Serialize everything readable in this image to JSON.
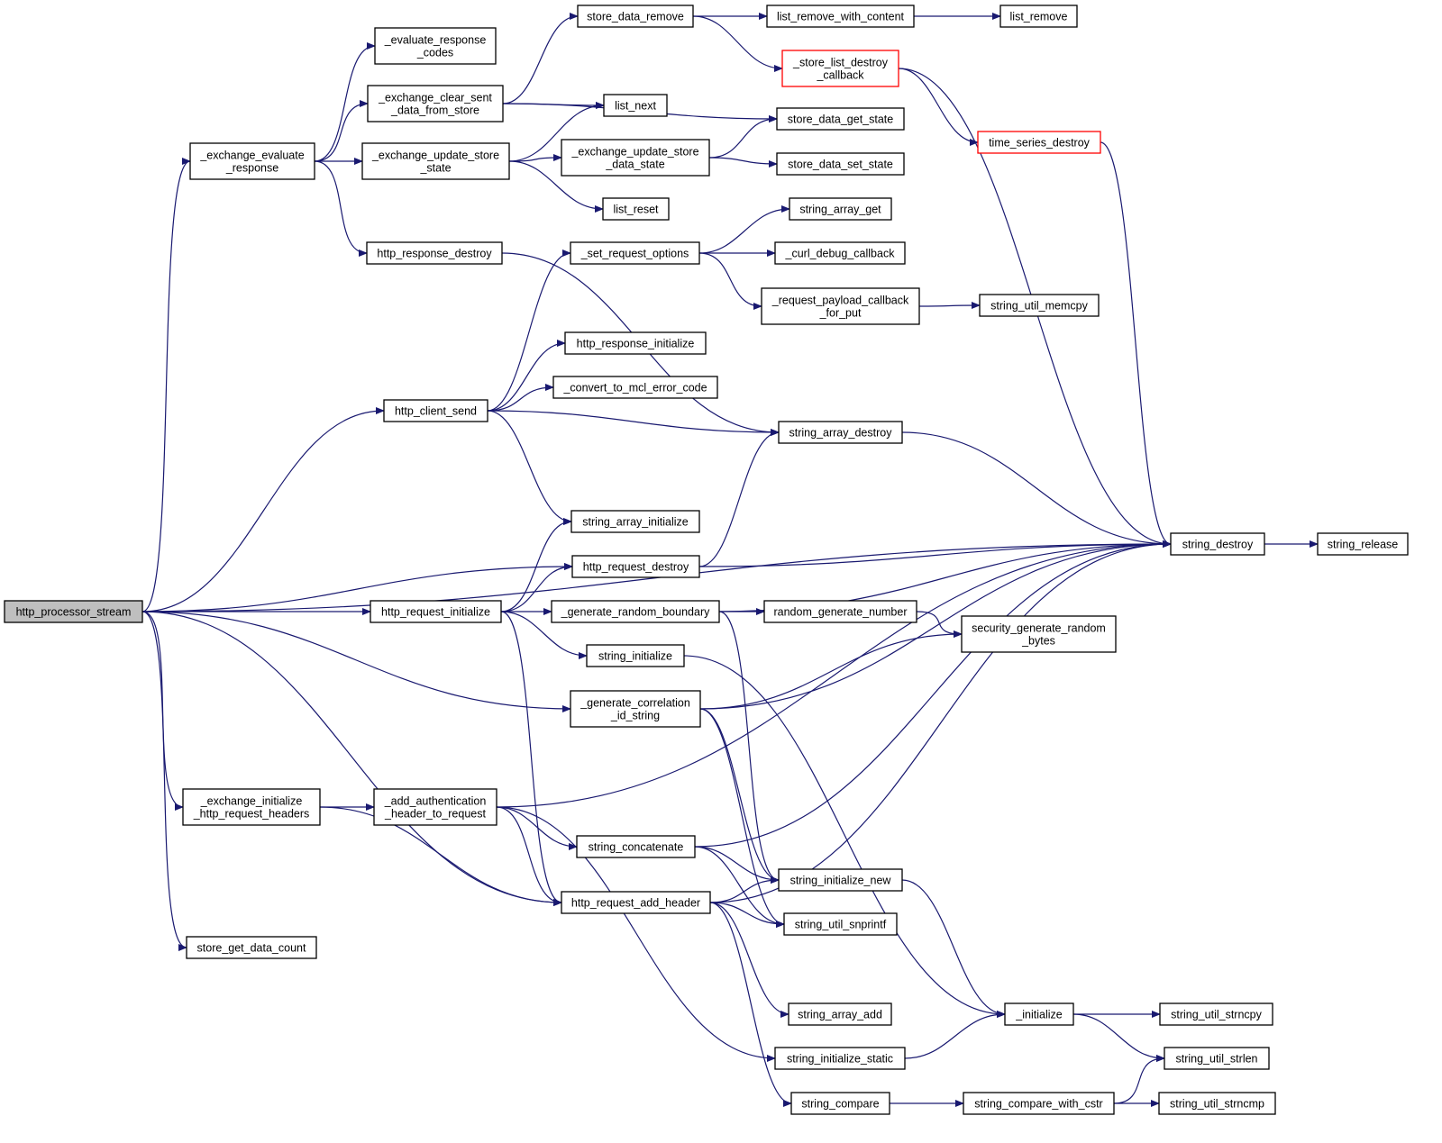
{
  "colors": {
    "edge": "#191970",
    "root_fill": "#bfbfbf",
    "truncated_border": "#ff0000",
    "node_border": "#000000"
  },
  "nodes": {
    "http_processor_stream": {
      "lines": [
        "http_processor_stream"
      ],
      "root": true
    },
    "exchange_evaluate_response": {
      "lines": [
        "_exchange_evaluate",
        "_response"
      ]
    },
    "http_client_send": {
      "lines": [
        "http_client_send"
      ]
    },
    "http_request_destroy": {
      "lines": [
        "http_request_destroy"
      ]
    },
    "http_request_initialize": {
      "lines": [
        "http_request_initialize"
      ]
    },
    "generate_correlation_id_string": {
      "lines": [
        "_generate_correlation",
        "_id_string"
      ]
    },
    "exchange_initialize_http_request_headers": {
      "lines": [
        "_exchange_initialize",
        "_http_request_headers"
      ]
    },
    "http_request_add_header": {
      "lines": [
        "http_request_add_header"
      ]
    },
    "store_get_data_count": {
      "lines": [
        "store_get_data_count"
      ]
    },
    "string_destroy": {
      "lines": [
        "string_destroy"
      ]
    },
    "evaluate_response_codes": {
      "lines": [
        "_evaluate_response",
        "_codes"
      ]
    },
    "exchange_clear_sent_data_from_store": {
      "lines": [
        "_exchange_clear_sent",
        "_data_from_store"
      ]
    },
    "exchange_update_store_state": {
      "lines": [
        "_exchange_update_store",
        "_state"
      ]
    },
    "http_response_destroy": {
      "lines": [
        "http_response_destroy"
      ]
    },
    "store_data_remove": {
      "lines": [
        "store_data_remove"
      ]
    },
    "list_next": {
      "lines": [
        "list_next"
      ]
    },
    "store_data_get_state": {
      "lines": [
        "store_data_get_state"
      ]
    },
    "exchange_update_store_data_state": {
      "lines": [
        "_exchange_update_store",
        "_data_state"
      ]
    },
    "list_reset": {
      "lines": [
        "list_reset"
      ]
    },
    "store_data_set_state": {
      "lines": [
        "store_data_set_state"
      ]
    },
    "list_remove_with_content": {
      "lines": [
        "list_remove_with_content"
      ]
    },
    "store_list_destroy_callback": {
      "lines": [
        "_store_list_destroy",
        "_callback"
      ],
      "truncated": true
    },
    "list_remove": {
      "lines": [
        "list_remove"
      ]
    },
    "time_series_destroy": {
      "lines": [
        "time_series_destroy"
      ],
      "truncated": true
    },
    "string_array_destroy": {
      "lines": [
        "string_array_destroy"
      ]
    },
    "set_request_options": {
      "lines": [
        "_set_request_options"
      ]
    },
    "http_response_initialize": {
      "lines": [
        "http_response_initialize"
      ]
    },
    "convert_to_mcl_error_code": {
      "lines": [
        "_convert_to_mcl_error_code"
      ]
    },
    "string_array_initialize": {
      "lines": [
        "string_array_initialize"
      ]
    },
    "string_array_get": {
      "lines": [
        "string_array_get"
      ]
    },
    "curl_debug_callback": {
      "lines": [
        "_curl_debug_callback"
      ]
    },
    "request_payload_callback_for_put": {
      "lines": [
        "_request_payload_callback",
        "_for_put"
      ]
    },
    "string_util_memcpy": {
      "lines": [
        "string_util_memcpy"
      ]
    },
    "generate_random_boundary": {
      "lines": [
        "_generate_random_boundary"
      ]
    },
    "string_initialize": {
      "lines": [
        "string_initialize"
      ]
    },
    "random_generate_number": {
      "lines": [
        "random_generate_number"
      ]
    },
    "security_generate_random_bytes": {
      "lines": [
        "security_generate_random",
        "_bytes"
      ]
    },
    "string_initialize_new": {
      "lines": [
        "string_initialize_new"
      ]
    },
    "initialize": {
      "lines": [
        "_initialize"
      ]
    },
    "string_util_snprintf": {
      "lines": [
        "string_util_snprintf"
      ]
    },
    "add_authentication_header_to_request": {
      "lines": [
        "_add_authentication",
        "_header_to_request"
      ]
    },
    "string_concatenate": {
      "lines": [
        "string_concatenate"
      ]
    },
    "string_initialize_static": {
      "lines": [
        "string_initialize_static"
      ]
    },
    "string_array_add": {
      "lines": [
        "string_array_add"
      ]
    },
    "string_compare": {
      "lines": [
        "string_compare"
      ]
    },
    "string_compare_with_cstr": {
      "lines": [
        "string_compare_with_cstr"
      ]
    },
    "string_util_strncpy": {
      "lines": [
        "string_util_strncpy"
      ]
    },
    "string_util_strlen": {
      "lines": [
        "string_util_strlen"
      ]
    },
    "string_util_strncmp": {
      "lines": [
        "string_util_strncmp"
      ]
    },
    "string_release": {
      "lines": [
        "string_release"
      ]
    }
  },
  "edges": [
    [
      "http_processor_stream",
      "exchange_evaluate_response"
    ],
    [
      "http_processor_stream",
      "http_client_send"
    ],
    [
      "http_processor_stream",
      "string_destroy"
    ],
    [
      "http_processor_stream",
      "http_request_destroy"
    ],
    [
      "http_processor_stream",
      "http_request_initialize"
    ],
    [
      "http_processor_stream",
      "generate_correlation_id_string"
    ],
    [
      "http_processor_stream",
      "exchange_initialize_http_request_headers"
    ],
    [
      "http_processor_stream",
      "http_request_add_header"
    ],
    [
      "http_processor_stream",
      "store_get_data_count"
    ],
    [
      "exchange_evaluate_response",
      "evaluate_response_codes"
    ],
    [
      "exchange_evaluate_response",
      "exchange_clear_sent_data_from_store"
    ],
    [
      "exchange_evaluate_response",
      "exchange_update_store_state"
    ],
    [
      "exchange_evaluate_response",
      "http_response_destroy"
    ],
    [
      "exchange_clear_sent_data_from_store",
      "store_data_remove"
    ],
    [
      "exchange_clear_sent_data_from_store",
      "list_next"
    ],
    [
      "exchange_clear_sent_data_from_store",
      "store_data_get_state"
    ],
    [
      "exchange_update_store_state",
      "list_next"
    ],
    [
      "exchange_update_store_state",
      "exchange_update_store_data_state"
    ],
    [
      "exchange_update_store_state",
      "list_reset"
    ],
    [
      "exchange_update_store_data_state",
      "store_data_get_state"
    ],
    [
      "exchange_update_store_data_state",
      "store_data_set_state"
    ],
    [
      "store_data_remove",
      "list_remove_with_content"
    ],
    [
      "store_data_remove",
      "store_list_destroy_callback"
    ],
    [
      "list_remove_with_content",
      "list_remove"
    ],
    [
      "store_list_destroy_callback",
      "time_series_destroy"
    ],
    [
      "store_list_destroy_callback",
      "string_destroy"
    ],
    [
      "time_series_destroy",
      "string_destroy"
    ],
    [
      "http_response_destroy",
      "string_array_destroy"
    ],
    [
      "http_client_send",
      "set_request_options"
    ],
    [
      "http_client_send",
      "http_response_initialize"
    ],
    [
      "http_client_send",
      "convert_to_mcl_error_code"
    ],
    [
      "http_client_send",
      "string_array_destroy"
    ],
    [
      "http_client_send",
      "string_array_initialize"
    ],
    [
      "set_request_options",
      "string_array_get"
    ],
    [
      "set_request_options",
      "curl_debug_callback"
    ],
    [
      "set_request_options",
      "request_payload_callback_for_put"
    ],
    [
      "request_payload_callback_for_put",
      "string_util_memcpy"
    ],
    [
      "string_array_destroy",
      "string_destroy"
    ],
    [
      "http_request_destroy",
      "string_array_destroy"
    ],
    [
      "http_request_destroy",
      "string_destroy"
    ],
    [
      "http_request_initialize",
      "string_array_initialize"
    ],
    [
      "http_request_initialize",
      "http_request_destroy"
    ],
    [
      "http_request_initialize",
      "generate_random_boundary"
    ],
    [
      "http_request_initialize",
      "string_initialize"
    ],
    [
      "http_request_initialize",
      "http_request_add_header"
    ],
    [
      "generate_random_boundary",
      "string_destroy"
    ],
    [
      "generate_random_boundary",
      "random_generate_number"
    ],
    [
      "generate_random_boundary",
      "string_initialize_new"
    ],
    [
      "random_generate_number",
      "security_generate_random_bytes"
    ],
    [
      "string_initialize",
      "initialize"
    ],
    [
      "generate_correlation_id_string",
      "security_generate_random_bytes"
    ],
    [
      "generate_correlation_id_string",
      "string_destroy"
    ],
    [
      "generate_correlation_id_string",
      "string_initialize_new"
    ],
    [
      "generate_correlation_id_string",
      "string_util_snprintf"
    ],
    [
      "exchange_initialize_http_request_headers",
      "add_authentication_header_to_request"
    ],
    [
      "exchange_initialize_http_request_headers",
      "http_request_add_header"
    ],
    [
      "add_authentication_header_to_request",
      "string_destroy"
    ],
    [
      "add_authentication_header_to_request",
      "string_concatenate"
    ],
    [
      "add_authentication_header_to_request",
      "http_request_add_header"
    ],
    [
      "add_authentication_header_to_request",
      "string_initialize_static"
    ],
    [
      "string_concatenate",
      "string_destroy"
    ],
    [
      "string_concatenate",
      "string_initialize_new"
    ],
    [
      "string_concatenate",
      "string_util_snprintf"
    ],
    [
      "http_request_add_header",
      "string_initialize_new"
    ],
    [
      "http_request_add_header",
      "string_util_snprintf"
    ],
    [
      "http_request_add_header",
      "string_destroy"
    ],
    [
      "http_request_add_header",
      "string_array_add"
    ],
    [
      "http_request_add_header",
      "string_compare"
    ],
    [
      "string_initialize_new",
      "initialize"
    ],
    [
      "string_initialize_static",
      "initialize"
    ],
    [
      "initialize",
      "string_util_strncpy"
    ],
    [
      "initialize",
      "string_util_strlen"
    ],
    [
      "string_compare",
      "string_compare_with_cstr"
    ],
    [
      "string_compare_with_cstr",
      "string_util_strlen"
    ],
    [
      "string_compare_with_cstr",
      "string_util_strncmp"
    ],
    [
      "string_destroy",
      "string_release"
    ]
  ]
}
